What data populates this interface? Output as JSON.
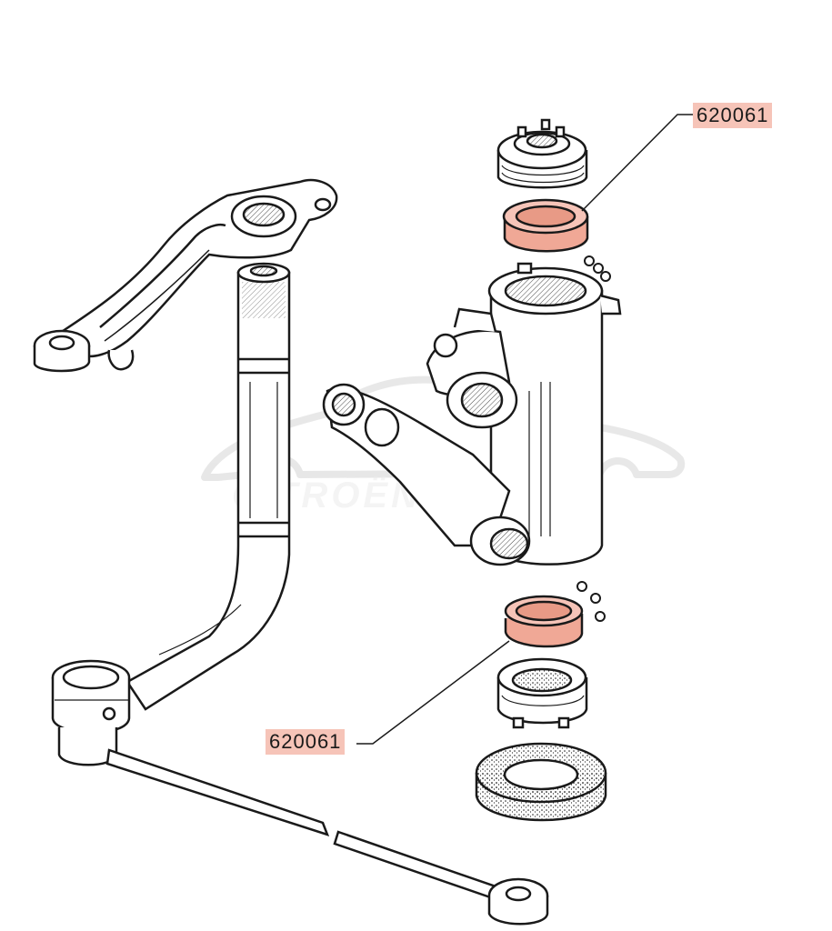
{
  "diagram": {
    "part_labels": {
      "top": "620061",
      "bottom": "620061"
    },
    "watermark": {
      "text": "CITROËN",
      "color": "#c8c8c8"
    },
    "highlight_color": "#f6c4b8",
    "line_color": "#1a1a1a",
    "icons": [
      "steering-arm-icon",
      "steering-shaft-icon",
      "steering-box-housing-icon",
      "nut-icon",
      "bearing-cup-icon",
      "ball-bearing-icon",
      "seal-ring-icon",
      "drag-link-icon",
      "car-silhouette-icon"
    ]
  }
}
